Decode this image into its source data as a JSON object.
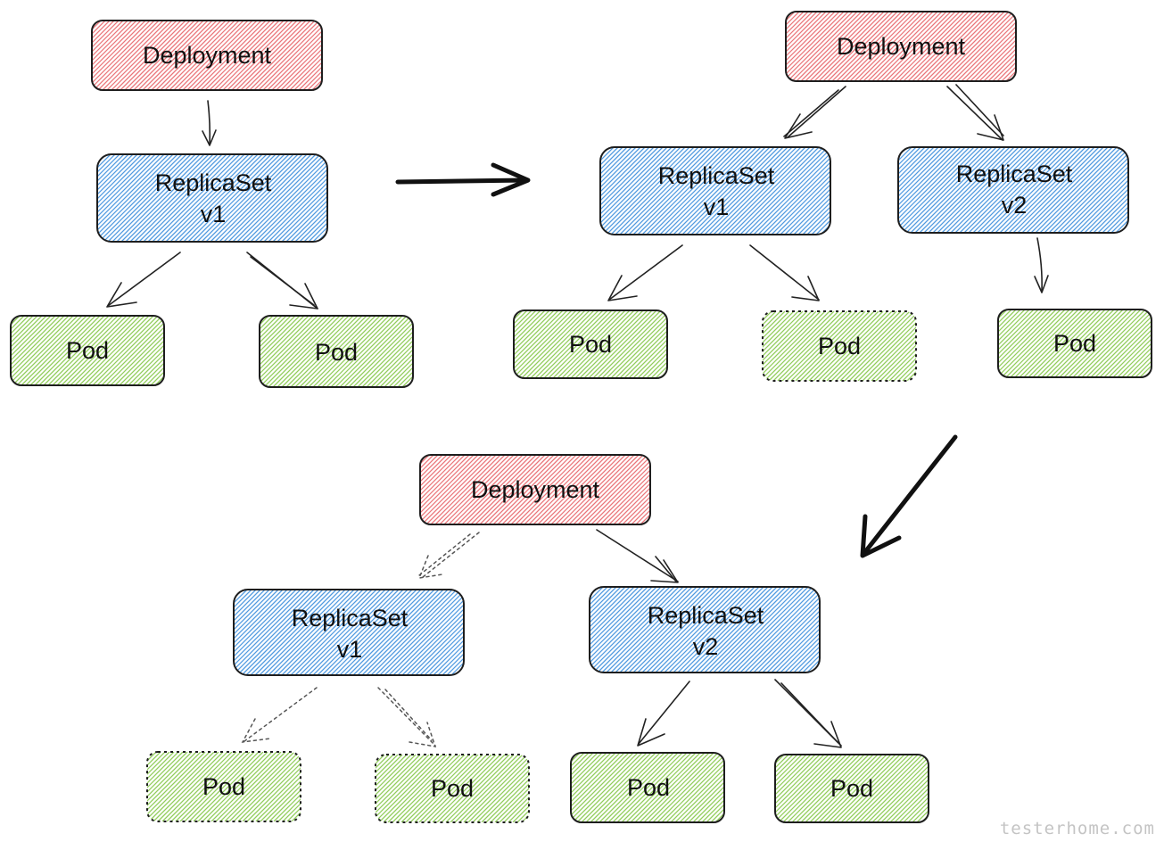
{
  "colors": {
    "deployment": "#e8676c",
    "replicaset": "#3d8fdd",
    "pod": "#86c84a",
    "stroke": "#1e1e1e",
    "fade": "#444444"
  },
  "stage1": {
    "deployment": {
      "label": "Deployment"
    },
    "replicaset": {
      "label": "ReplicaSet",
      "version": "v1"
    },
    "pods": [
      {
        "label": "Pod",
        "state": "running"
      },
      {
        "label": "Pod",
        "state": "running"
      }
    ]
  },
  "stage2": {
    "deployment": {
      "label": "Deployment"
    },
    "replicasets": [
      {
        "label": "ReplicaSet",
        "version": "v1"
      },
      {
        "label": "ReplicaSet",
        "version": "v2"
      }
    ],
    "pods": [
      {
        "label": "Pod",
        "owner": "v1",
        "state": "running"
      },
      {
        "label": "Pod",
        "owner": "v1",
        "state": "terminating"
      },
      {
        "label": "Pod",
        "owner": "v2",
        "state": "running"
      }
    ]
  },
  "stage3": {
    "deployment": {
      "label": "Deployment"
    },
    "replicasets": [
      {
        "label": "ReplicaSet",
        "version": "v1",
        "state": "retired"
      },
      {
        "label": "ReplicaSet",
        "version": "v2",
        "state": "active"
      }
    ],
    "pods": [
      {
        "label": "Pod",
        "owner": "v1",
        "state": "terminated"
      },
      {
        "label": "Pod",
        "owner": "v1",
        "state": "terminated"
      },
      {
        "label": "Pod",
        "owner": "v2",
        "state": "running"
      },
      {
        "label": "Pod",
        "owner": "v2",
        "state": "running"
      }
    ]
  },
  "watermark": "testerhome.com"
}
